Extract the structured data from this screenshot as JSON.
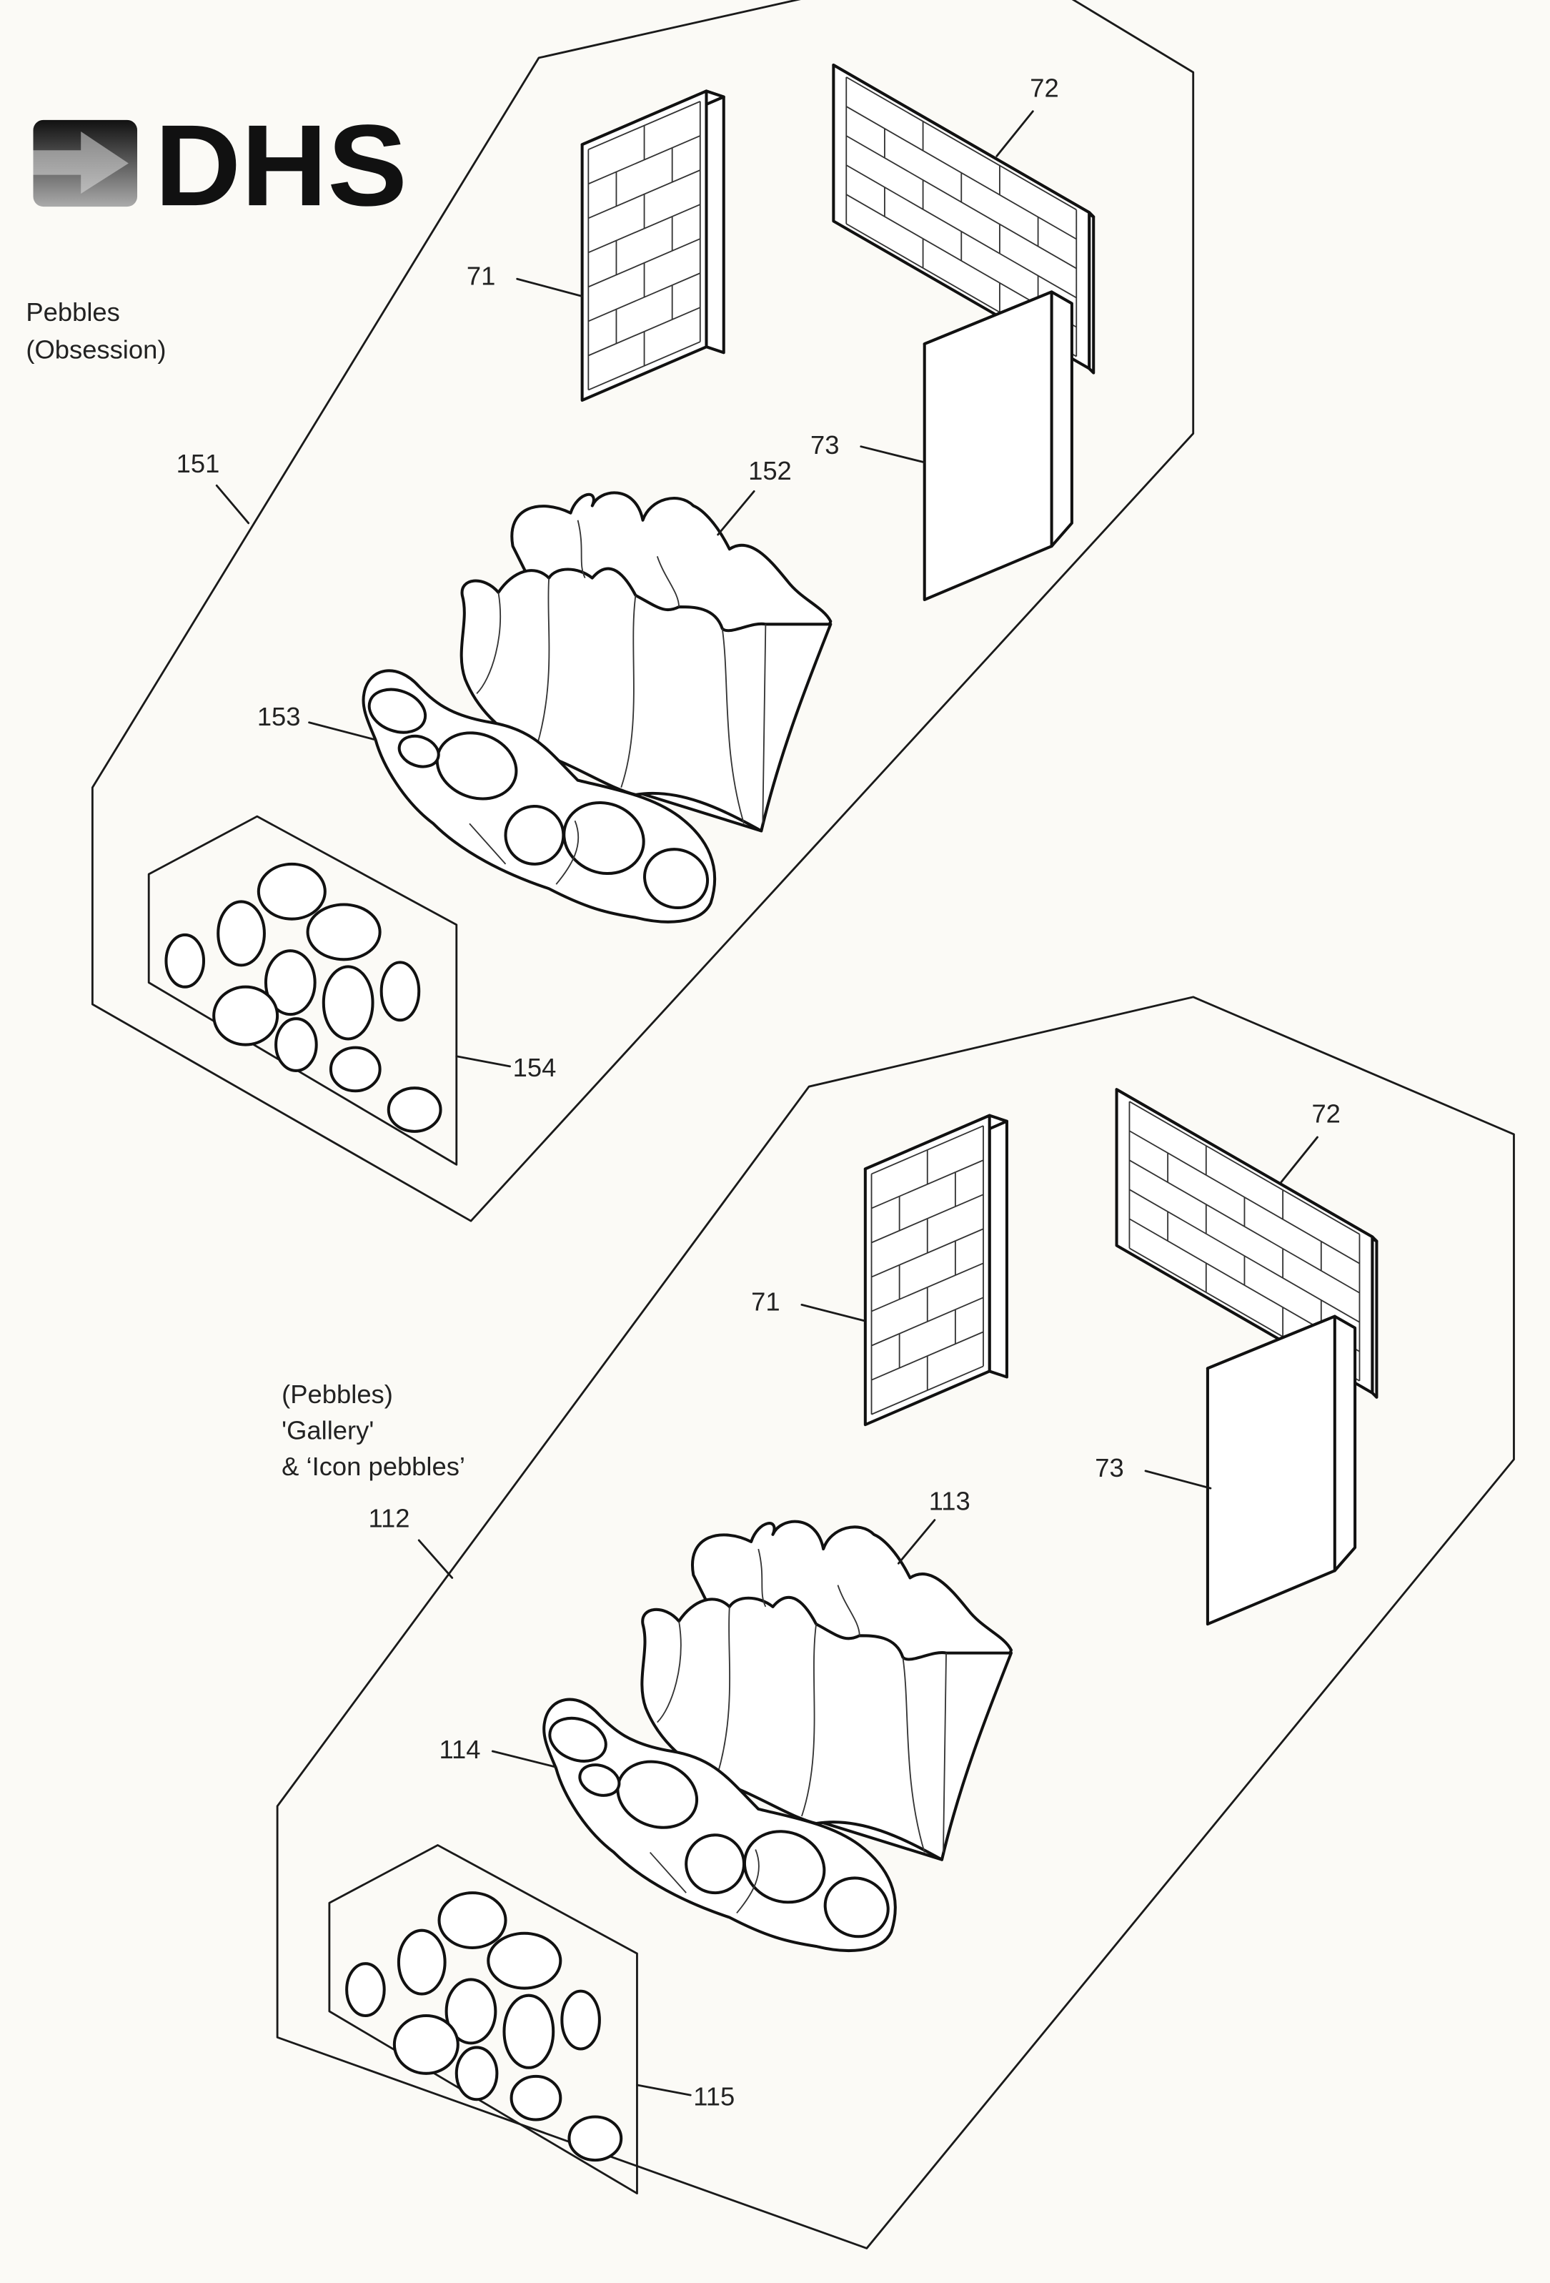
{
  "logo": {
    "text": "DHS"
  },
  "kit_top": {
    "caption_line1": "Pebbles",
    "caption_line2": "(Obsession)",
    "labels": {
      "kit": "151",
      "side_panel": "71",
      "back_panel": "72",
      "right_panel": "73",
      "rockery": "152",
      "ember_bed": "153",
      "loose_pebbles": "154"
    }
  },
  "kit_bottom": {
    "caption_line1": "(Pebbles)",
    "caption_line2": "'Gallery'",
    "caption_line3": "& ‘Icon pebbles’",
    "labels": {
      "kit": "112",
      "side_panel": "71",
      "back_panel": "72",
      "right_panel": "73",
      "rockery": "113",
      "ember_bed": "114",
      "loose_pebbles": "115"
    }
  }
}
